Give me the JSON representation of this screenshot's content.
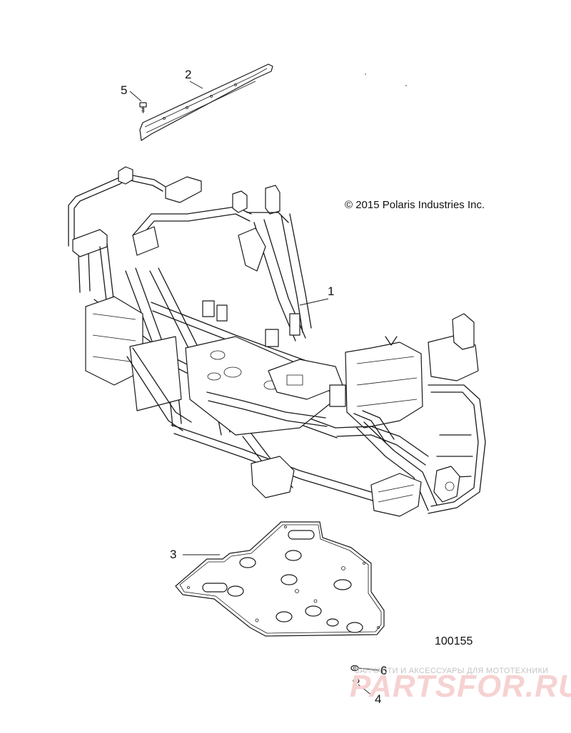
{
  "copyright": "© 2015 Polaris Industries Inc.",
  "document_number": "100155",
  "callouts": {
    "c1": "1",
    "c2": "2",
    "c3": "3",
    "c4": "4",
    "c5": "5",
    "c6": "6"
  },
  "watermark": {
    "tagline": "ЗАПЧАСТИ И АКСЕССУАРЫ ДЛЯ МОТОТЕХНИКИ",
    "logo": "PARTSFOR.RU"
  }
}
